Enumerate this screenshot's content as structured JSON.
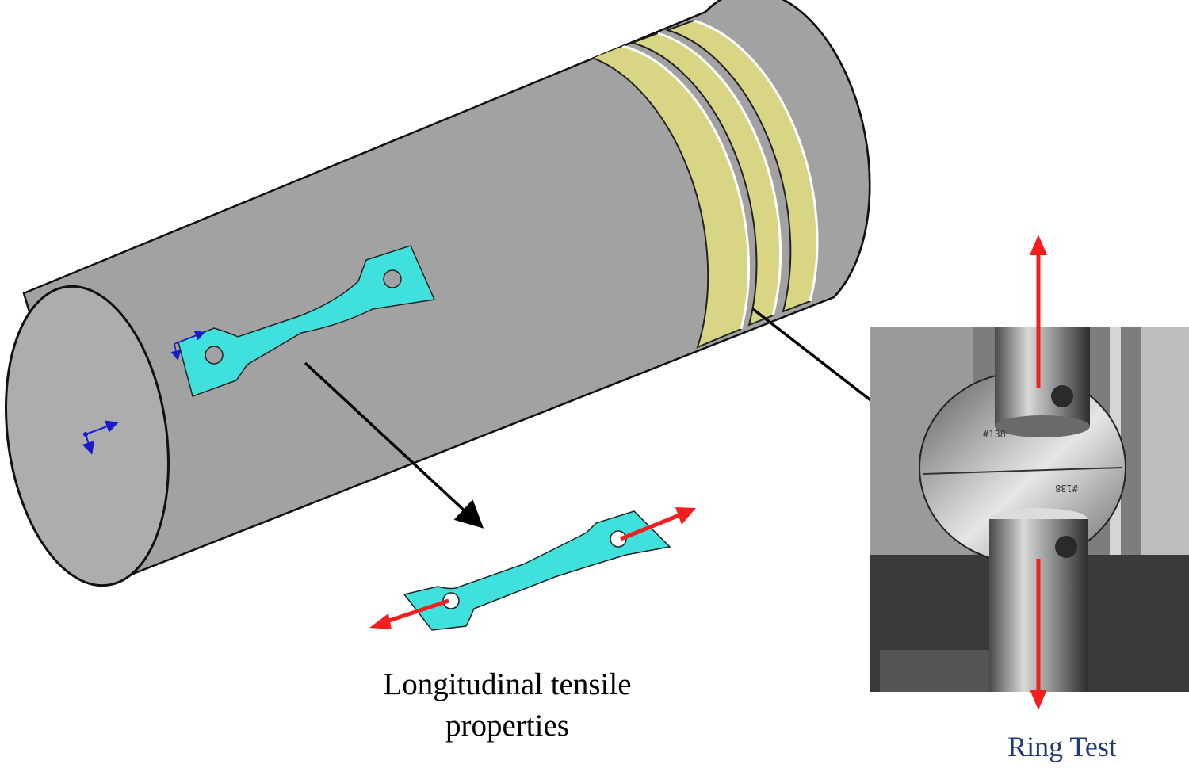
{
  "captions": {
    "longitudinal_line1": "Longitudinal tensile",
    "longitudinal_line2": "properties",
    "ring": "Ring Test"
  },
  "photo": {
    "stamp_top": "#138",
    "stamp_bottom": "#138"
  },
  "colors": {
    "pipe_body": "#a2a2a2",
    "pipe_inner": "#adadad",
    "pipe_outline": "#111111",
    "ring_band": "#d8d684",
    "specimen": "#40e0dc",
    "force_arrow": "#f21f1f",
    "axis_triad": "#1a1acc",
    "ring_caption": "#1f3a7a"
  }
}
